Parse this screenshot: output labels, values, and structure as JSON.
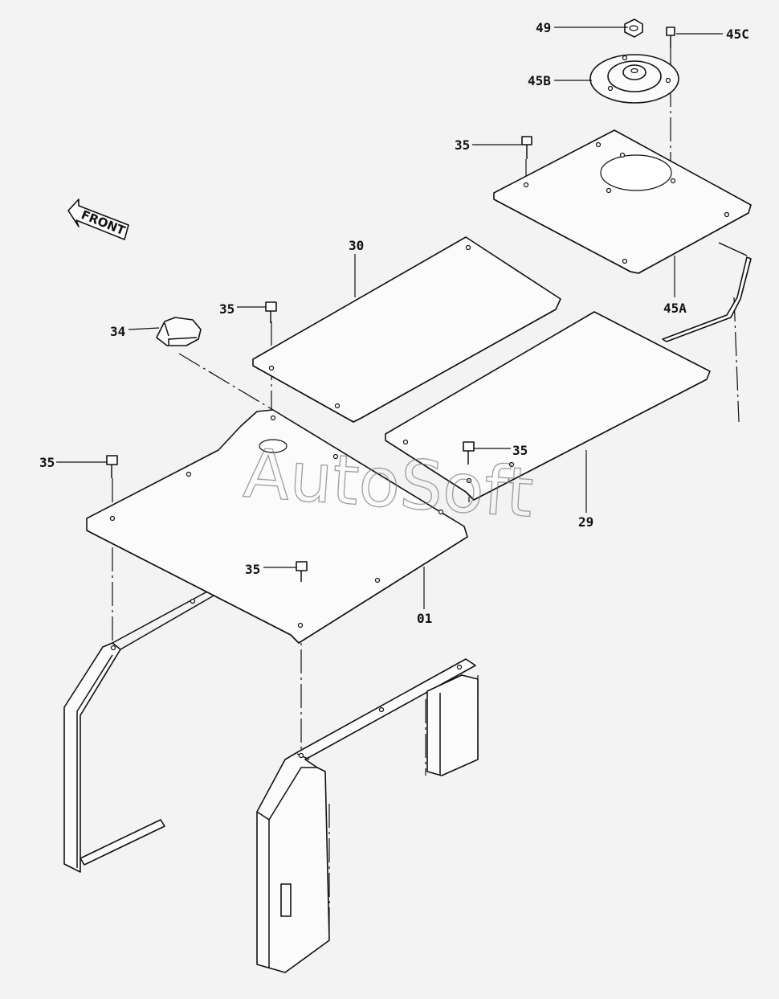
{
  "diagram": {
    "labels": {
      "p49": "49",
      "p45C": "45C",
      "p45B": "45B",
      "p35_top": "35",
      "p45A": "45A",
      "p30": "30",
      "p35_cover30": "35",
      "p34": "34",
      "p35_left": "35",
      "p35_mid": "35",
      "p29": "29",
      "p35_bottom": "35",
      "p01": "01"
    },
    "front_indicator": "FRONT",
    "watermark": "AutoSoft"
  },
  "colors": {
    "background": "#f3f3f3",
    "line": "#111111",
    "watermark": "#777777"
  }
}
